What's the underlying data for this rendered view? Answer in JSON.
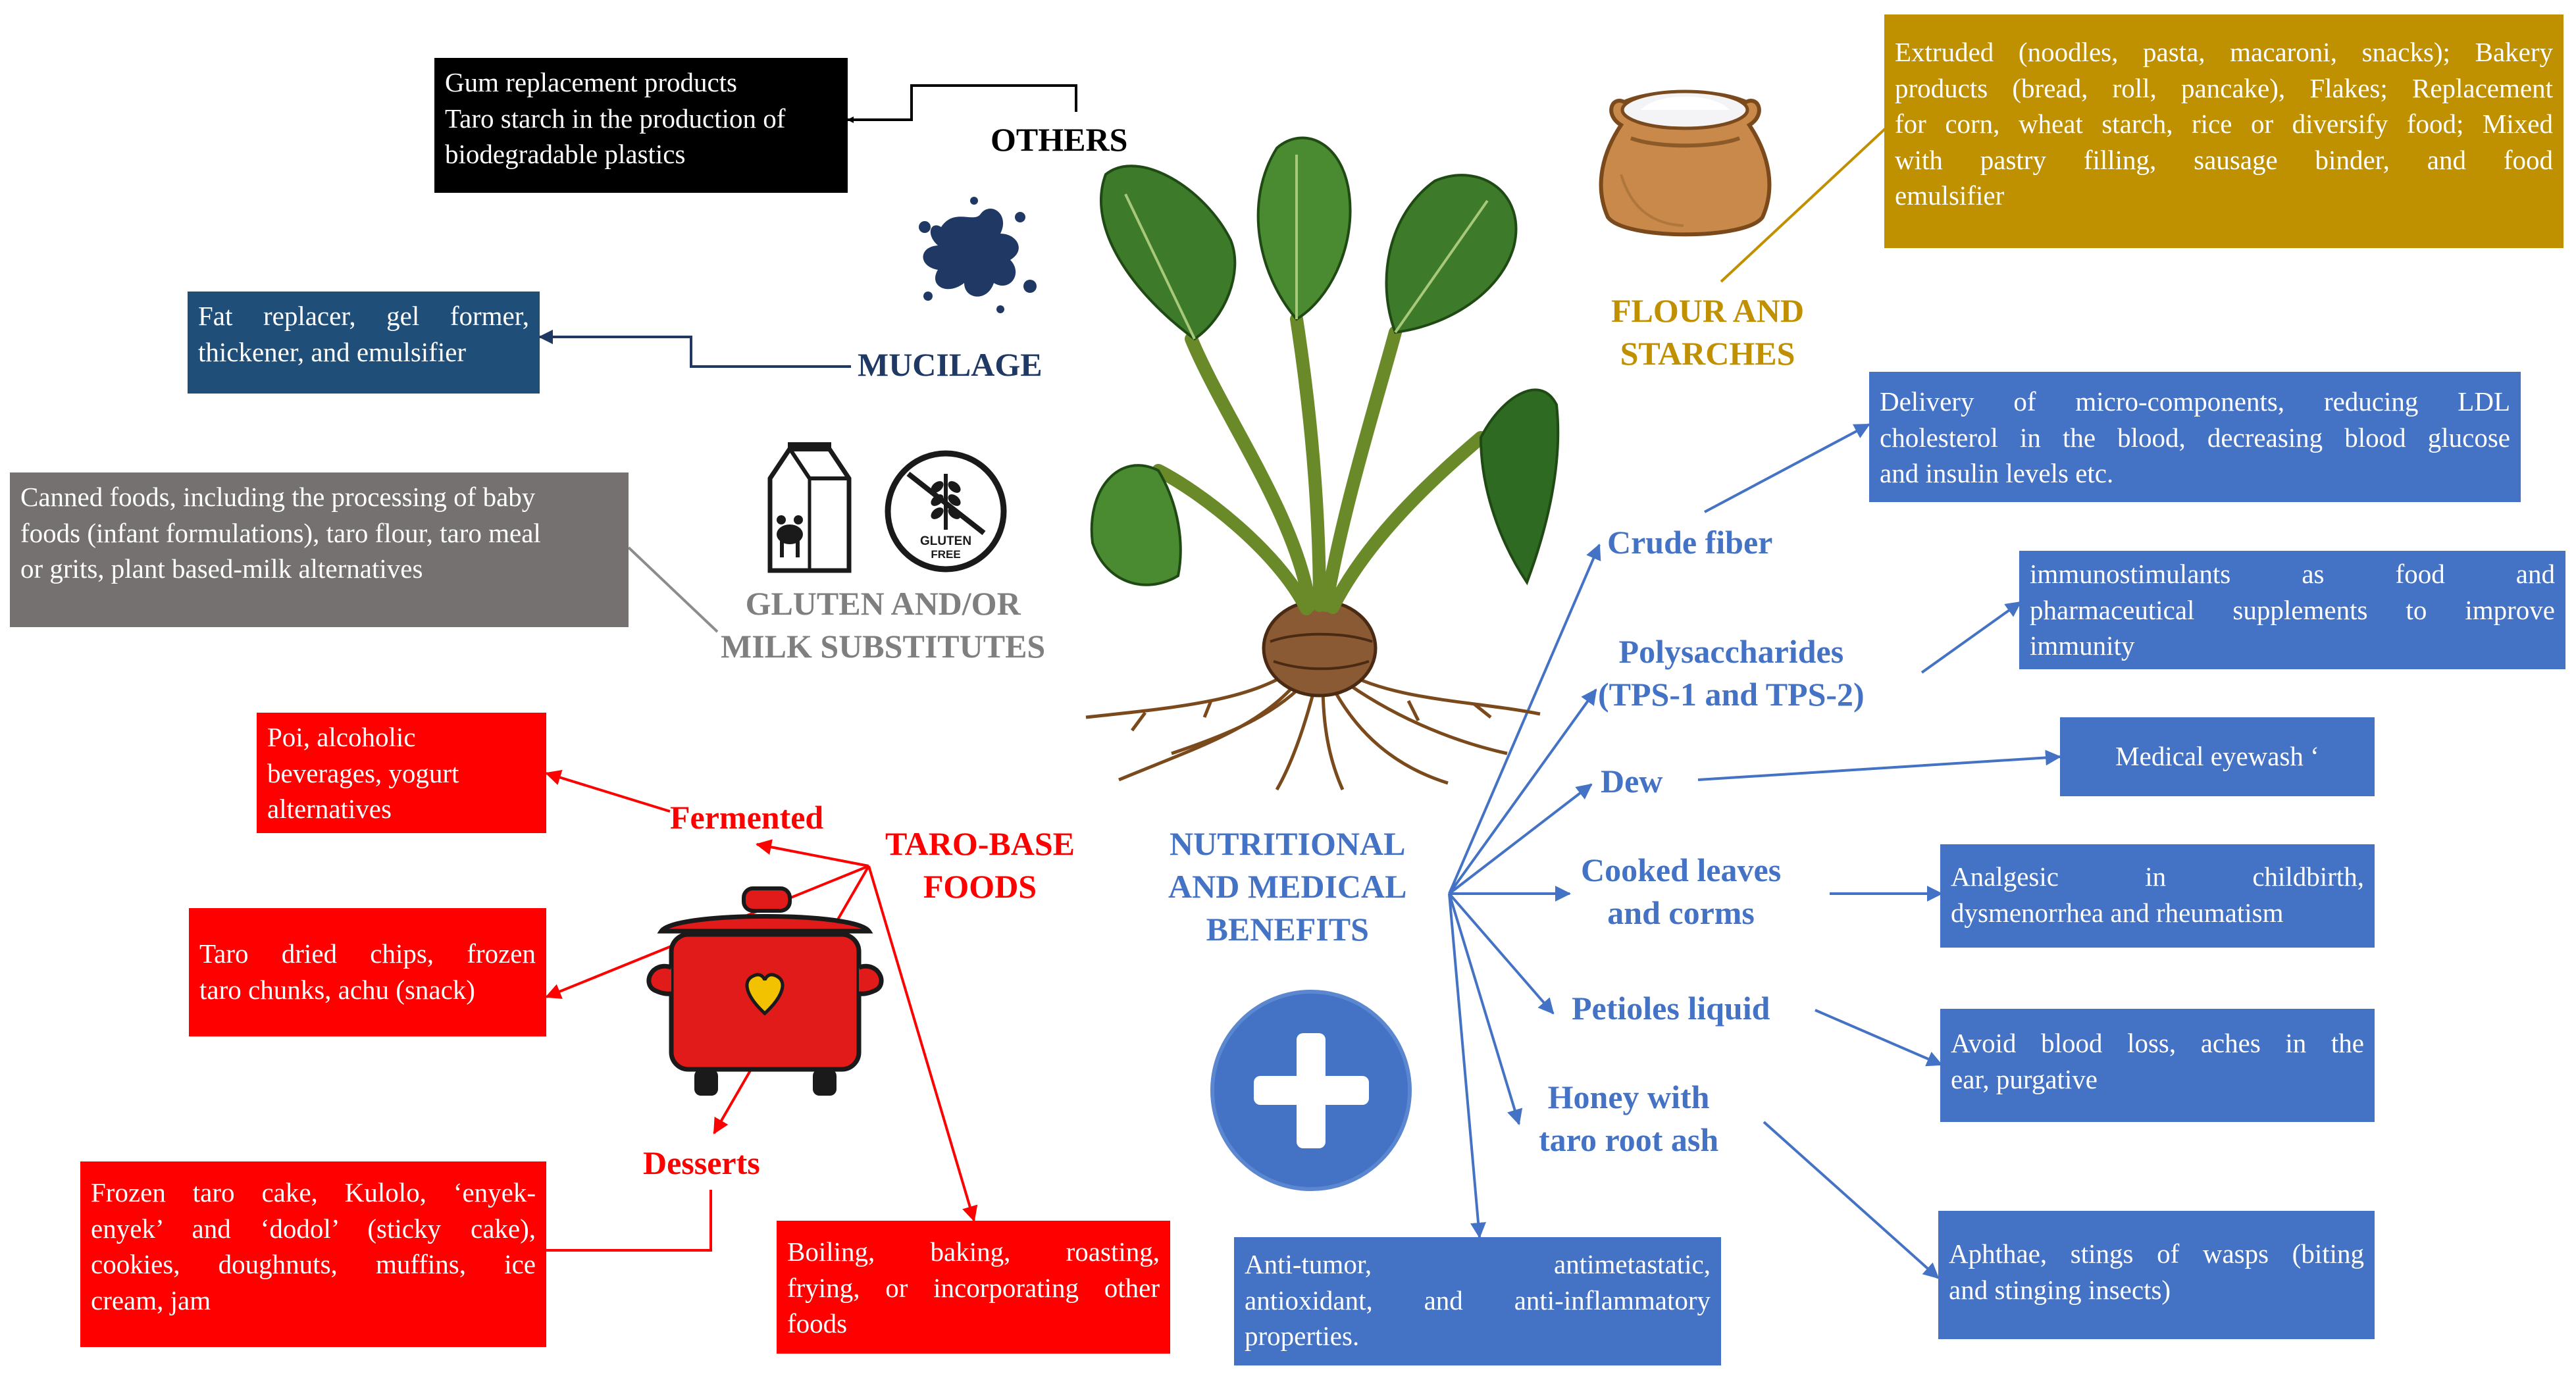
{
  "colors": {
    "black_box": "#000000",
    "navy_box": "#1f4e79",
    "gray_box": "#767171",
    "red_box": "#ff0000",
    "blue_box": "#4472c4",
    "gold_box": "#bf9000",
    "gold_label": "#c09000",
    "blue_label": "#4472c4",
    "gray_label": "#7f7f7f",
    "navy_label": "#1f3864",
    "red_label": "#ff0000"
  },
  "labels": {
    "others": "OTHERS",
    "mucilage": "MUCILAGE",
    "gluten": [
      "GLUTEN AND/OR",
      "MILK SUBSTITUTES"
    ],
    "flour": [
      "FLOUR AND",
      "STARCHES"
    ],
    "taro_base": [
      "TARO-BASE",
      "FOODS"
    ],
    "fermented": "Fermented",
    "desserts": "Desserts",
    "nutritional": [
      "NUTRITIONAL",
      "AND MEDICAL",
      "BENEFITS"
    ],
    "crude_fiber": "Crude fiber",
    "polysaccharides": [
      "Polysaccharides",
      "(TPS-1 and TPS-2)"
    ],
    "dew": "Dew",
    "cooked": [
      "Cooked leaves",
      "and corms"
    ],
    "petioles": "Petioles liquid",
    "honey": [
      "Honey with",
      "taro root ash"
    ]
  },
  "boxes": {
    "others": [
      "Gum replacement products",
      "Taro starch in the production of",
      "biodegradable plastics"
    ],
    "mucilage": [
      "Fat replacer, gel former,",
      "thickener, and emulsifier"
    ],
    "gluten": [
      "Canned foods, including the processing of baby",
      "foods (infant formulations), taro flour, taro meal",
      "or grits, plant based-milk alternatives"
    ],
    "fermented": [
      "Poi, alcoholic",
      "beverages, yogurt",
      "alternatives"
    ],
    "chips": [
      "Taro dried chips, frozen",
      "taro chunks, achu (snack)"
    ],
    "desserts": [
      "Frozen taro cake, Kulolo, ‘enyek-",
      "enyek’ and ‘dodol’ (sticky cake),",
      "cookies, doughnuts, muffins, ice",
      "cream, jam"
    ],
    "boiling": [
      "Boiling, baking, roasting,",
      "frying, or incorporating other",
      "foods"
    ],
    "flour": [
      "Extruded (noodles, pasta, macaroni, snacks); Bakery",
      "products (bread, roll, pancake), Flakes; Replacement",
      "for corn, wheat starch, rice or diversify food; Mixed",
      "with pastry filling, sausage binder, and food",
      "emulsifier"
    ],
    "crude_fiber": [
      "Delivery of micro-components, reducing LDL",
      "cholesterol in the blood, decreasing blood glucose",
      "and insulin levels etc."
    ],
    "polysaccharides": [
      "immunostimulants as food and",
      "pharmaceutical supplements to improve",
      "immunity"
    ],
    "dew": [
      "Medical eyewash ‘"
    ],
    "cooked": [
      "Analgesic in childbirth,",
      "dysmenorrhea and rheumatism"
    ],
    "petioles": [
      "Avoid blood loss, aches in the",
      "ear, purgative"
    ],
    "honey": [
      "Aphthae, stings of wasps (biting",
      "and stinging insects)"
    ],
    "antitumor": [
      "Anti-tumor, antimetastatic,",
      "antioxidant, and anti-inflammatory",
      "properties."
    ]
  },
  "icons": {
    "splash": "ink-splash-icon",
    "milk": "milk-carton-icon",
    "gluten_free": "gluten-free-icon",
    "gluten_free_text": [
      "GLUTEN",
      "FREE"
    ],
    "sack": "flour-sack-icon",
    "plant": "taro-plant-illustration",
    "pot": "cooking-pot-icon",
    "plus": "medical-plus-icon"
  }
}
